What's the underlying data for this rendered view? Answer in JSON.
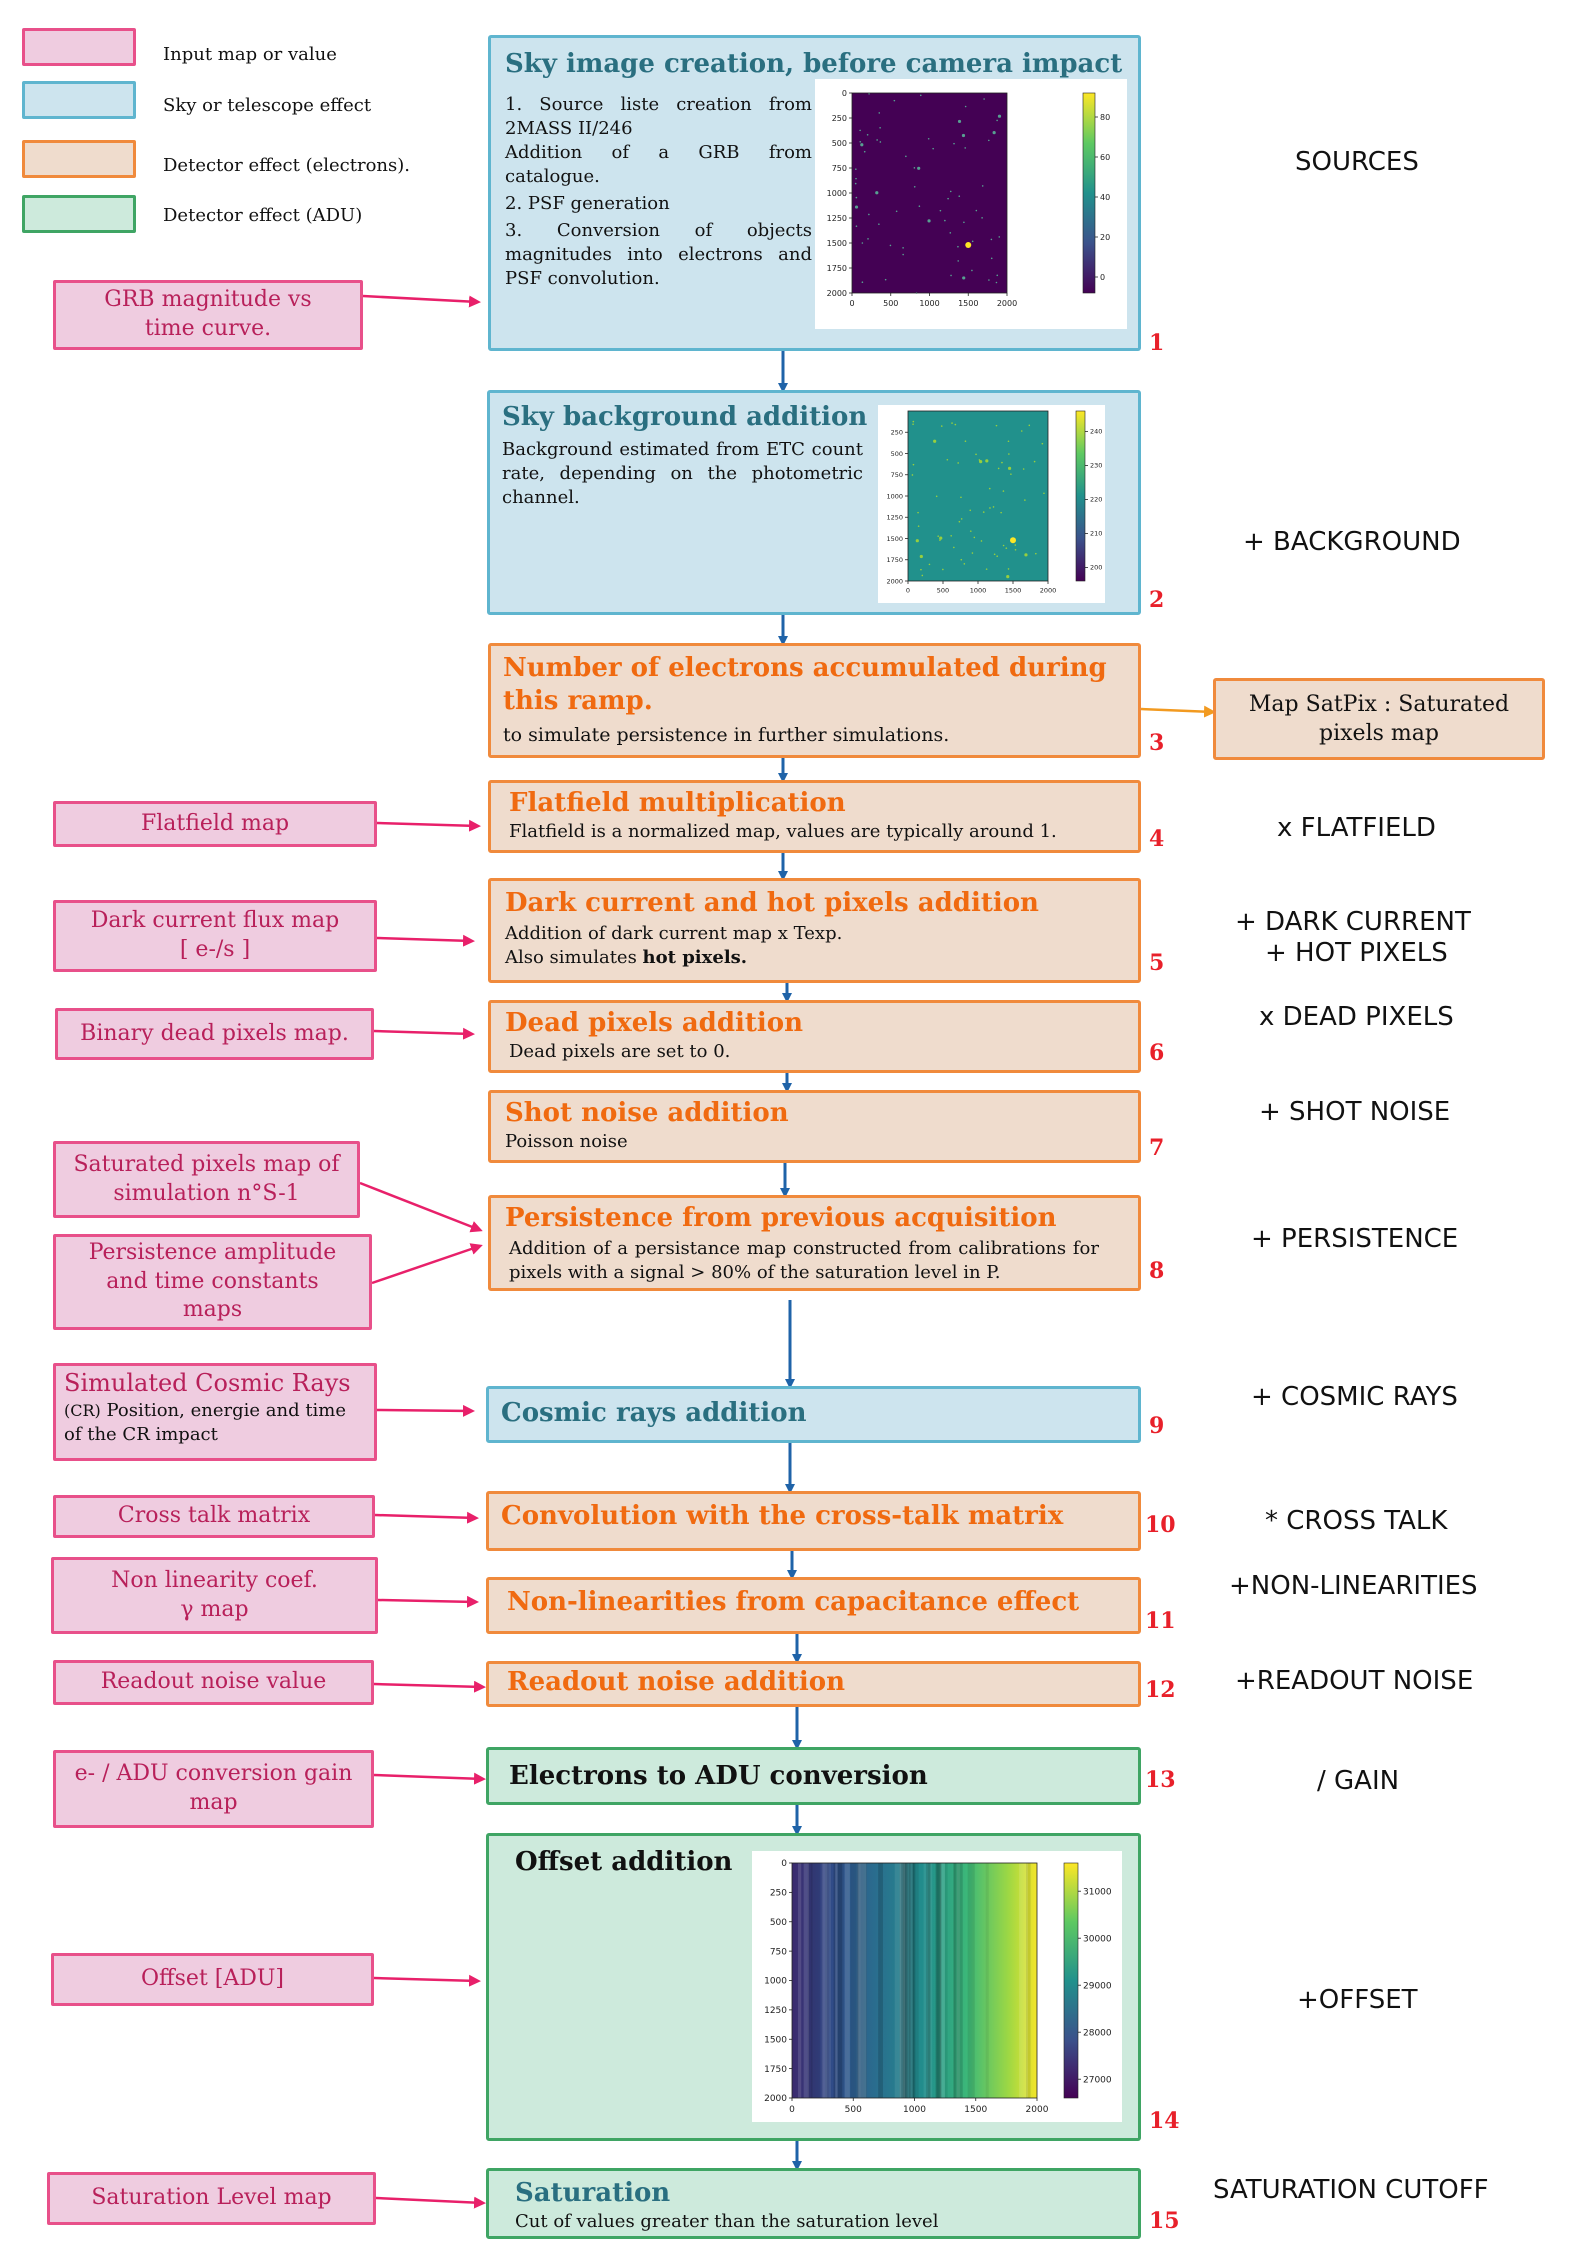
{
  "legend": [
    {
      "label": "Input map or value",
      "color": "#efcce0",
      "border": "#e8508a"
    },
    {
      "label": "Sky or telescope effect",
      "color": "#cde4ee",
      "border": "#5fb5cf"
    },
    {
      "label": "Detector effect (electrons).",
      "color": "#efdccd",
      "border": "#f08a3c"
    },
    {
      "label": "Detector effect (ADU)",
      "color": "#cdeadc",
      "border": "#3fa564"
    }
  ],
  "steps": [
    {
      "num": "1",
      "title": "Sky image creation, before camera impact",
      "desc": [
        "1. Source liste creation from 2MASS II/246",
        "Addition of a GRB from catalogue.",
        "2. PSF generation",
        "3. Conversion of objects magnitudes into electrons and PSF convolution."
      ]
    },
    {
      "num": "2",
      "title": "Sky background addition",
      "desc": [
        "Background estimated from ETC count rate, depending on the photometric channel."
      ]
    },
    {
      "num": "3",
      "title": "Number of electrons accumulated during this ramp.",
      "desc": [
        "to simulate persistence in further simulations."
      ]
    },
    {
      "num": "4",
      "title": "Flatfield multiplication",
      "desc": [
        "Flatfield is a normalized map, values are typically around 1."
      ]
    },
    {
      "num": "5",
      "title": "Dark current and hot pixels addition",
      "desc": [
        "Addition of dark current map x Texp.",
        "Also simulates "
      ],
      "desc_bold": "hot pixels."
    },
    {
      "num": "6",
      "title": "Dead pixels addition",
      "desc": [
        "Dead pixels are set to 0."
      ]
    },
    {
      "num": "7",
      "title": "Shot noise addition",
      "desc": [
        "Poisson noise"
      ]
    },
    {
      "num": "8",
      "title": "Persistence from previous acquisition",
      "desc": [
        "Addition of a persistance map constructed from calibrations for pixels with a signal > 80% of the saturation level in P."
      ]
    },
    {
      "num": "9",
      "title": "Cosmic rays addition",
      "desc": []
    },
    {
      "num": "10",
      "title": "Convolution with the cross-talk matrix",
      "desc": []
    },
    {
      "num": "11",
      "title": "Non-linearities from capacitance effect",
      "desc": []
    },
    {
      "num": "12",
      "title": "Readout noise addition",
      "desc": []
    },
    {
      "num": "13",
      "title": "Electrons to ADU conversion",
      "desc": []
    },
    {
      "num": "14",
      "title": "Offset addition",
      "desc": []
    },
    {
      "num": "15",
      "title": "Saturation",
      "desc": [
        "Cut of values greater than the saturation level"
      ]
    }
  ],
  "inputs": {
    "grb": "GRB magnitude vs time curve.",
    "flatfield": "Flatfield map",
    "dark": [
      "Dark current flux map",
      "[ e-/s ]"
    ],
    "dead": "Binary dead pixels map.",
    "satmap": [
      "Saturated pixels map of",
      "simulation n°S-1"
    ],
    "persist": [
      "Persistence amplitude",
      "and time constants",
      "maps"
    ],
    "cosmic_title": "Simulated Cosmic Rays",
    "cosmic_small": "(CR)",
    "cosmic_rest": "Position, energie and time of the CR impact",
    "crosstalk": "Cross talk matrix",
    "nonlin": [
      "Non linearity coef.",
      "γ map"
    ],
    "readout": "Readout noise value",
    "gain": [
      "e- / ADU conversion gain",
      "map"
    ],
    "offset": "Offset [ADU]",
    "satlevel": "Saturation Level map"
  },
  "output": [
    "Map SatPix : Saturated",
    "pixels map"
  ],
  "right_labels": {
    "sources": "SOURCES",
    "background": "+ BACKGROUND",
    "flatfield": "x FLATFIELD",
    "dark1": "+ DARK CURRENT",
    "dark2": "+ HOT PIXELS",
    "dead": "x DEAD PIXELS",
    "shot": "+ SHOT NOISE",
    "persist": "+ PERSISTENCE",
    "cosmic": "+ COSMIC RAYS",
    "crosstalk": "* CROSS TALK",
    "nonlin": "+NON-LINEARITIES",
    "readout": "+READOUT NOISE",
    "gain": "/ GAIN",
    "offset": "+OFFSET",
    "saturation": "SATURATION CUTOFF"
  },
  "plots": {
    "sky": {
      "xticks": [
        "0",
        "500",
        "1000",
        "1500",
        "2000"
      ],
      "yticks": [
        "0",
        "250",
        "500",
        "750",
        "1000",
        "1250",
        "1500",
        "1750",
        "2000"
      ],
      "cbar": [
        "80",
        "60",
        "40",
        "20",
        "0"
      ]
    },
    "bg": {
      "xticks": [
        "0",
        "500",
        "1000",
        "1500",
        "2000"
      ],
      "yticks": [
        "250",
        "500",
        "750",
        "1000",
        "1250",
        "1500",
        "1750",
        "2000"
      ],
      "cbar": [
        "240",
        "230",
        "220",
        "210",
        "200"
      ]
    },
    "offset": {
      "xticks": [
        "0",
        "500",
        "1000",
        "1500",
        "2000"
      ],
      "yticks": [
        "0",
        "250",
        "500",
        "750",
        "1000",
        "1250",
        "1500",
        "1750",
        "2000"
      ],
      "cbar": [
        "31000",
        "30000",
        "29000",
        "28000",
        "27000"
      ]
    }
  },
  "colors": {
    "arrow_blue": "#1f63a8",
    "arrow_pink": "#e8206a",
    "arrow_orange": "#f29a20",
    "step_num": "#e8202a"
  }
}
